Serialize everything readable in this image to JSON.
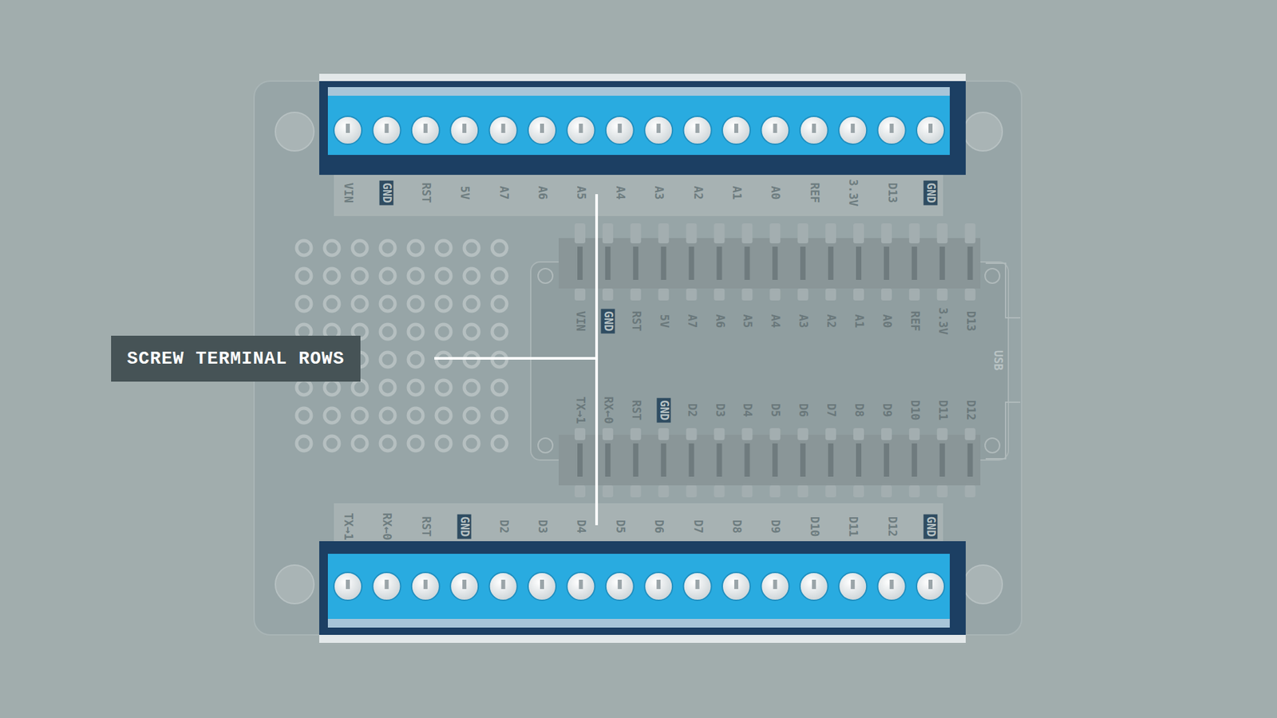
{
  "diagram": {
    "nodes": [
      {
        "text": [
          "SCREW TERMINAL ROWS"
        ]
      }
    ],
    "labels": [
      "VIN",
      "GND",
      "RST",
      "5V",
      "A7",
      "A6",
      "A5",
      "A4",
      "A3",
      "A2",
      "A1",
      "A0",
      "REF",
      "3.3V",
      "D13",
      "GND",
      "VIN",
      "GND",
      "RST",
      "5V",
      "A7",
      "A6",
      "A5",
      "A4",
      "A3",
      "A2",
      "A1",
      "A0",
      "REF",
      "3.3V",
      "D13",
      "TX→1",
      "RX←0",
      "RST",
      "GND",
      "D2",
      "D3",
      "D4",
      "D5",
      "D6",
      "D7",
      "D8",
      "D9",
      "D10",
      "D11",
      "D12",
      "TX→1",
      "RX←0",
      "RST",
      "GND",
      "D2",
      "D3",
      "D4",
      "D5",
      "D6",
      "D7",
      "D8",
      "D9",
      "D10",
      "D11",
      "D12",
      "GND",
      "USB"
    ]
  }
}
